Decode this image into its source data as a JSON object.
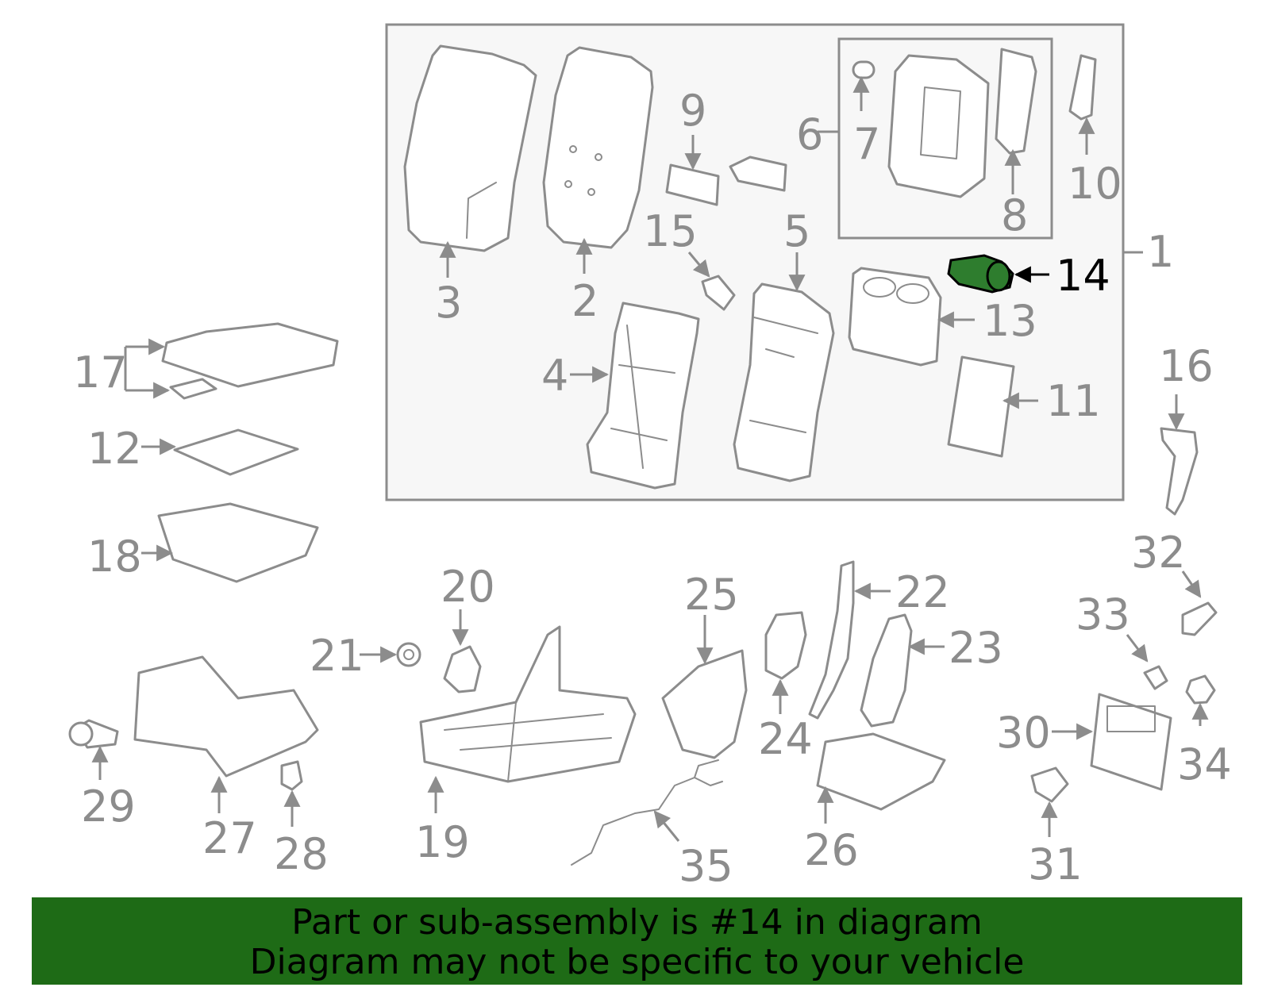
{
  "diagram": {
    "highlight_color": "#2e7d2e",
    "highlight_part": "14",
    "callouts": [
      "1",
      "2",
      "3",
      "4",
      "5",
      "6",
      "7",
      "8",
      "9",
      "10",
      "11",
      "12",
      "13",
      "14",
      "15",
      "16",
      "17",
      "18",
      "19",
      "20",
      "21",
      "22",
      "23",
      "24",
      "25",
      "26",
      "27",
      "28",
      "29",
      "30",
      "31",
      "32",
      "33",
      "34",
      "35"
    ]
  },
  "banner": {
    "line1": "Part or sub-assembly is #14 in diagram",
    "line2": "Diagram may not be specific to your vehicle",
    "background": "#1e6b16"
  }
}
